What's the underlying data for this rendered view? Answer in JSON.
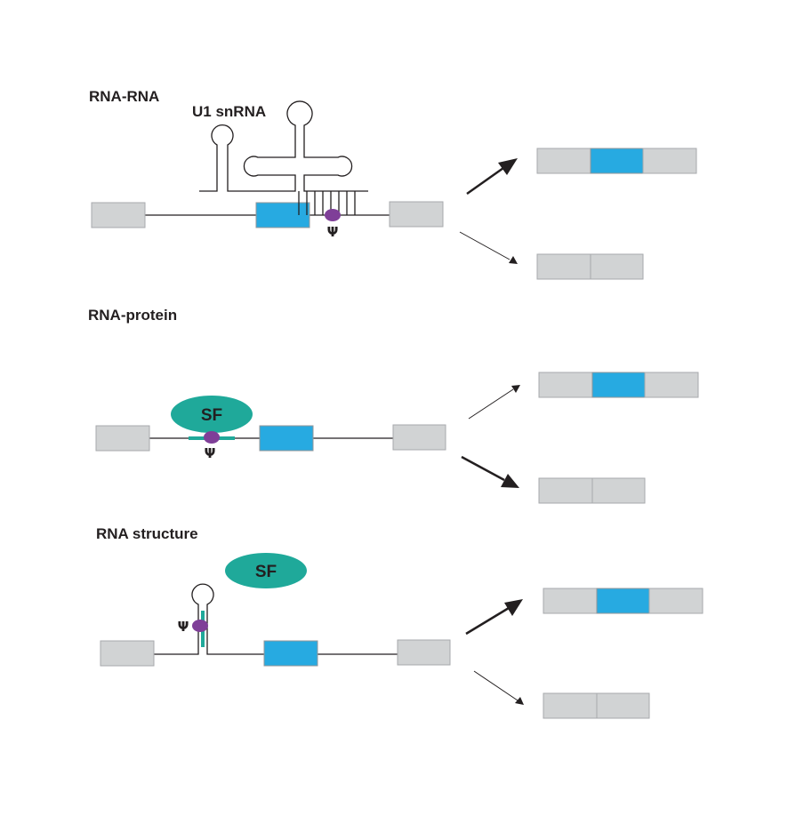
{
  "panels": [
    {
      "title": "RNA-RNA",
      "snrna_label": "U1 snRNA",
      "psi_label": "Ψ",
      "sf_label": "",
      "inclusion_arrow_weight": "thick",
      "skipping_arrow_weight": "thin"
    },
    {
      "title": "RNA-protein",
      "snrna_label": "",
      "psi_label": "Ψ",
      "sf_label": "SF",
      "inclusion_arrow_weight": "thin",
      "skipping_arrow_weight": "thick"
    },
    {
      "title": "RNA structure",
      "snrna_label": "",
      "psi_label": "Ψ",
      "sf_label": "SF",
      "inclusion_arrow_weight": "thick",
      "skipping_arrow_weight": "thin"
    }
  ],
  "colors": {
    "constitutive_exon": "#d1d3d4",
    "alternative_exon": "#27aae1",
    "splicing_factor": "#1fa99a",
    "pseudouridine": "#7f3f98",
    "line": "#231f20"
  }
}
